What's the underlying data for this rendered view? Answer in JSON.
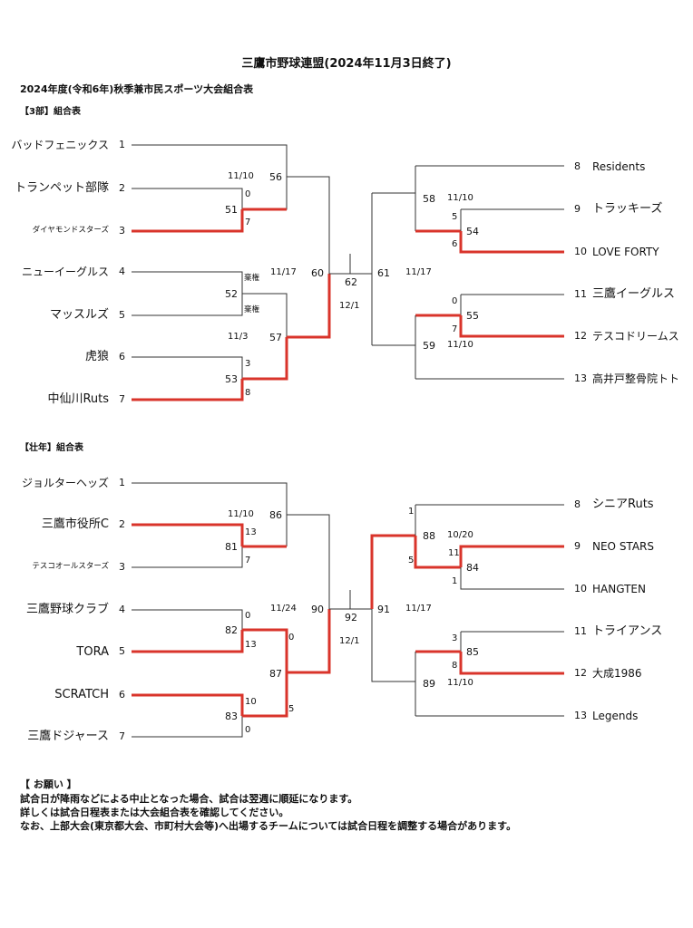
{
  "header": {
    "title": "三鷹市野球連盟(2024年11月3日終了)",
    "subtitle": "2024年度(令和6年)秋季兼市民スポーツ大会組合表"
  },
  "bracket_3bu": {
    "section_label": "【3部】組合表",
    "left_teams": [
      {
        "name": "バッドフェニックス",
        "seed": "1"
      },
      {
        "name": "トランペット部隊",
        "seed": "2"
      },
      {
        "name": "ダイヤモンドスターズ",
        "seed": "3"
      },
      {
        "name": "ニューイーグルス",
        "seed": "4"
      },
      {
        "name": "マッスルズ",
        "seed": "5"
      },
      {
        "name": "虎狼",
        "seed": "6"
      },
      {
        "name": "中仙川Ruts",
        "seed": "7"
      }
    ],
    "right_teams": [
      {
        "seed": "8",
        "name": "Residents"
      },
      {
        "seed": "9",
        "name": "トラッキーズ"
      },
      {
        "seed": "10",
        "name": "LOVE FORTY"
      },
      {
        "seed": "11",
        "name": "三鷹イーグルス"
      },
      {
        "seed": "12",
        "name": "テスコドリームス"
      },
      {
        "seed": "13",
        "name": "高井戸整骨院トト"
      }
    ],
    "labels": {
      "m56": "56",
      "d56": "11/10",
      "m51": "51",
      "s51a": "0",
      "s51b": "7",
      "m52": "52",
      "s52a": "棄権",
      "s52b": "棄権",
      "m53": "53",
      "s53a": "3",
      "s53b": "8",
      "m57": "57",
      "d57": "11/3",
      "m60": "60",
      "d60": "11/17",
      "m62": "62",
      "d62": "12/1",
      "m61": "61",
      "d61": "11/17",
      "m58": "58",
      "d58": "11/10",
      "m54": "54",
      "s54a": "5",
      "s54b": "6",
      "m55": "55",
      "s55a": "0",
      "s55b": "7",
      "m59": "59",
      "d59": "11/10"
    }
  },
  "bracket_sonen": {
    "section_label": "【壮年】組合表",
    "left_teams": [
      {
        "name": "ジョルターヘッズ",
        "seed": "1"
      },
      {
        "name": "三鷹市役所C",
        "seed": "2"
      },
      {
        "name": "テスコオールスターズ",
        "seed": "3"
      },
      {
        "name": "三鷹野球クラブ",
        "seed": "4"
      },
      {
        "name": "TORA",
        "seed": "5"
      },
      {
        "name": "SCRATCH",
        "seed": "6"
      },
      {
        "name": "三鷹ドジャース",
        "seed": "7"
      }
    ],
    "right_teams": [
      {
        "seed": "8",
        "name": "シニアRuts"
      },
      {
        "seed": "9",
        "name": "NEO STARS"
      },
      {
        "seed": "10",
        "name": "HANGTEN"
      },
      {
        "seed": "11",
        "name": "トライアンス"
      },
      {
        "seed": "12",
        "name": "大成1986"
      },
      {
        "seed": "13",
        "name": "Legends"
      }
    ],
    "labels": {
      "m86": "86",
      "d86": "11/10",
      "m81": "81",
      "s81a": "13",
      "s81b": "7",
      "m82": "82",
      "s82a": "0",
      "s82b": "13",
      "m83": "83",
      "s83a": "10",
      "s83b": "0",
      "m87": "87",
      "s87a": "0",
      "s87b": "5",
      "m90": "90",
      "d90": "11/24",
      "m92": "92",
      "d92": "12/1",
      "m91": "91",
      "d91": "11/17",
      "m88": "88",
      "d88": "10/20",
      "s88a": "1",
      "s88b": "5",
      "m84": "84",
      "s84a": "11",
      "s84b": "1",
      "m85": "85",
      "s85a": "3",
      "s85b": "8",
      "m89": "89",
      "d89": "11/10"
    }
  },
  "notes": {
    "heading": "【 お願い 】",
    "line1": "試合日が降雨などによる中止となった場合、試合は翌週に順延になります。",
    "line2": "詳しくは試合日程表または大会組合表を確認してください。",
    "line3": "なお、上部大会(東京都大会、市町村大会等)へ出場するチームについては試合日程を調整する場合があります。"
  },
  "colors": {
    "winner_line": "#d9342b",
    "line": "#333333"
  }
}
